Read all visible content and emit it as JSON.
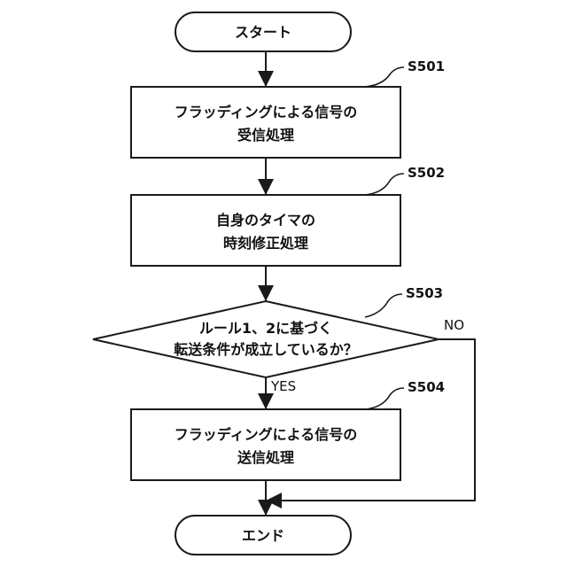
{
  "start": {
    "label": "スタート"
  },
  "end": {
    "label": "エンド"
  },
  "steps": [
    {
      "id": "S501",
      "lines": [
        "フラッディングによる信号の",
        "受信処理"
      ]
    },
    {
      "id": "S502",
      "lines": [
        "自身のタイマの",
        "時刻修正処理"
      ]
    },
    {
      "id": "S503",
      "lines": [
        "ルール1、2に基づく",
        "転送条件が成立しているか？"
      ]
    },
    {
      "id": "S504",
      "lines": [
        "フラッディングによる信号の",
        "送信処理"
      ]
    }
  ],
  "branches": {
    "yes": "YES",
    "no": "NO"
  }
}
